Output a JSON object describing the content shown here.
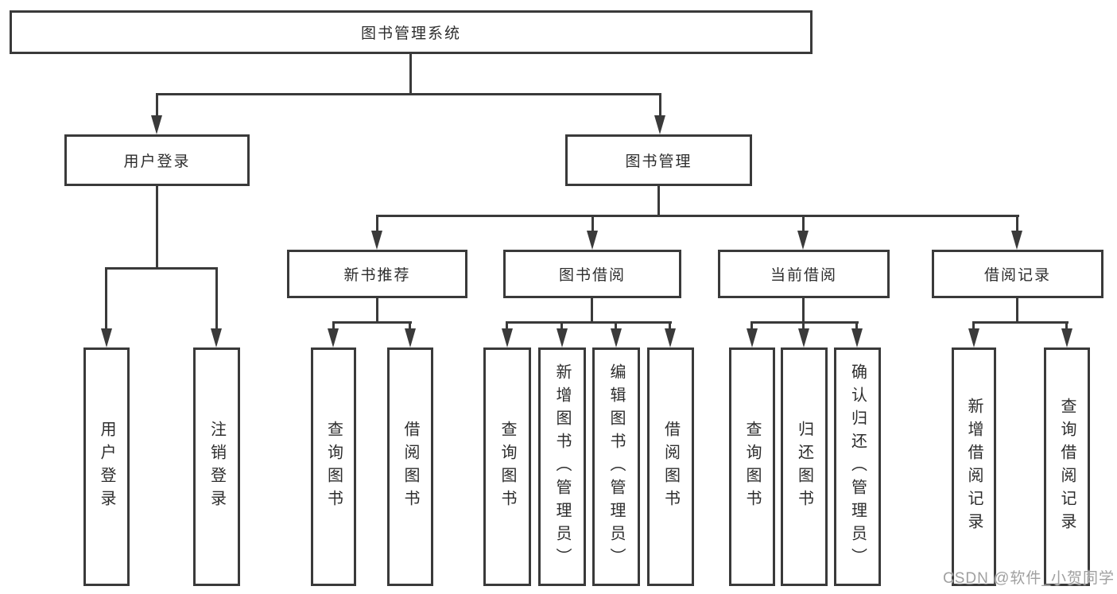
{
  "palette": {
    "line_color": "#3a3a3a",
    "box_background": "#ffffff",
    "text_color": "#2d2d2d",
    "watermark_color": "#a0a0a0"
  },
  "tree": {
    "root": {
      "label": "图书管理系统"
    },
    "branches": [
      {
        "label": "用户登录",
        "children": [
          {
            "label": "用户登录"
          },
          {
            "label": "注销登录"
          }
        ]
      },
      {
        "label": "图书管理",
        "children": [
          {
            "label": "新书推荐",
            "children": [
              {
                "label": "查询图书"
              },
              {
                "label": "借阅图书"
              }
            ]
          },
          {
            "label": "图书借阅",
            "children": [
              {
                "label": "查询图书"
              },
              {
                "label": "新增图书（管理员）"
              },
              {
                "label": "编辑图书（管理员）"
              },
              {
                "label": "借阅图书"
              }
            ]
          },
          {
            "label": "当前借阅",
            "children": [
              {
                "label": "查询图书"
              },
              {
                "label": "归还图书"
              },
              {
                "label": "确认归还（管理员）"
              }
            ]
          },
          {
            "label": "借阅记录",
            "children": [
              {
                "label": "新增借阅记录"
              },
              {
                "label": "查询借阅记录"
              }
            ]
          }
        ]
      }
    ]
  },
  "watermark": {
    "text": "CSDN @软件_小贺同学"
  }
}
